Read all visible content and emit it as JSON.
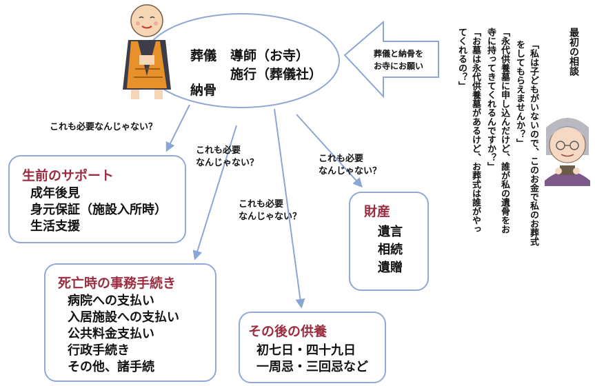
{
  "ellipse": {
    "funeral": "葬儀",
    "officiant": "導師（お寺）",
    "operator": "施行（葬儀社）",
    "interment": "納骨"
  },
  "request_arrow": {
    "line1": "葬儀と納骨を",
    "line2": "お寺にお願い"
  },
  "consultation": {
    "heading": "最初の相談",
    "lines": [
      "「私は子どもがいないので、このお金で私のお葬式",
      "をしてもらえませんか？」",
      "「永代供養墓に申し込んだけど、誰が私の遺骨をお",
      "寺に持ってきてくれるんですか？」",
      "「お墓は永代供養墓があるけど、お葬式は誰がやっ",
      "てくれるの？」"
    ]
  },
  "questions": {
    "q1": "これも必要なんじゃない？",
    "q2_line1": "これも必要",
    "q2_line2": "なんじゃない？",
    "q3_line1": "これも必要",
    "q3_line2": "なんじゃない？",
    "q4_line1": "これも必要",
    "q4_line2": "なんじゃない？"
  },
  "boxes": {
    "pre_death": {
      "title": "生前のサポート",
      "items": [
        "成年後見",
        "身元保証（施設入所時）",
        "生活支援"
      ]
    },
    "after_death": {
      "title": "死亡時の事務手続き",
      "items": [
        "病院への支払い",
        "入居施設への支払い",
        "公共料金支払い",
        "行政手続き",
        "その他、諸手続"
      ]
    },
    "memorial": {
      "title": "その後の供養",
      "items": [
        "初七日・四十九日",
        "一周忌・三回忌など"
      ]
    },
    "assets": {
      "title": "財産",
      "items": [
        "遺言",
        "相続",
        "遺贈"
      ]
    }
  },
  "colors": {
    "arrow": "#8aa6d6",
    "title": "#9b2c3f",
    "robe": "#e8902a",
    "robe_dark": "#3d3d4a"
  }
}
